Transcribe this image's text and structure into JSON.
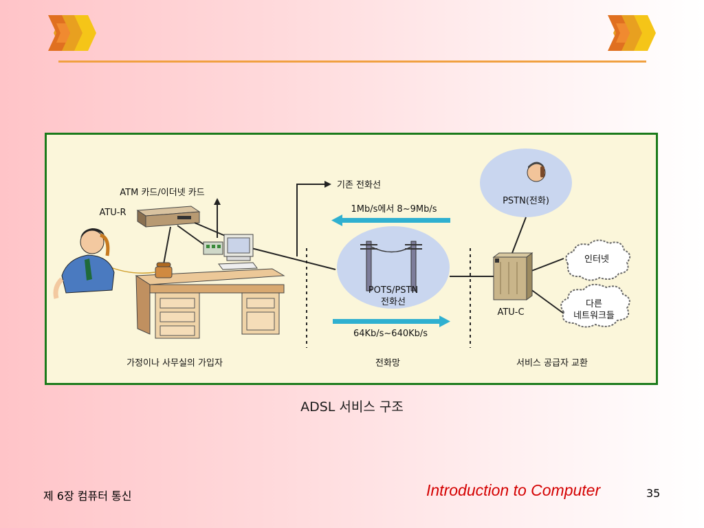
{
  "diagram": {
    "atm_card": "ATM 카드/이더넷 카드",
    "atu_r": "ATU-R",
    "existing_line": "기존 전화선",
    "downstream": "1Mb/s에서 8~9Mb/s",
    "upstream": "64Kb/s~640Kb/s",
    "pots": "POTS/PSTN",
    "phone_line": "전화선",
    "pstn_phone": "PSTN(전화)",
    "internet": "인터넷",
    "other_net_1": "다른",
    "other_net_2": "네트워크들",
    "atu_c": "ATU-C",
    "subscriber": "가정이나 사무실의 가입자",
    "phone_network": "전화망",
    "provider": "서비스 공급자 교환"
  },
  "caption": "ADSL 서비스 구조",
  "footer": {
    "chapter": "제 6장 컴퓨터 통신",
    "title": "Introduction to Computer",
    "page": "35"
  }
}
